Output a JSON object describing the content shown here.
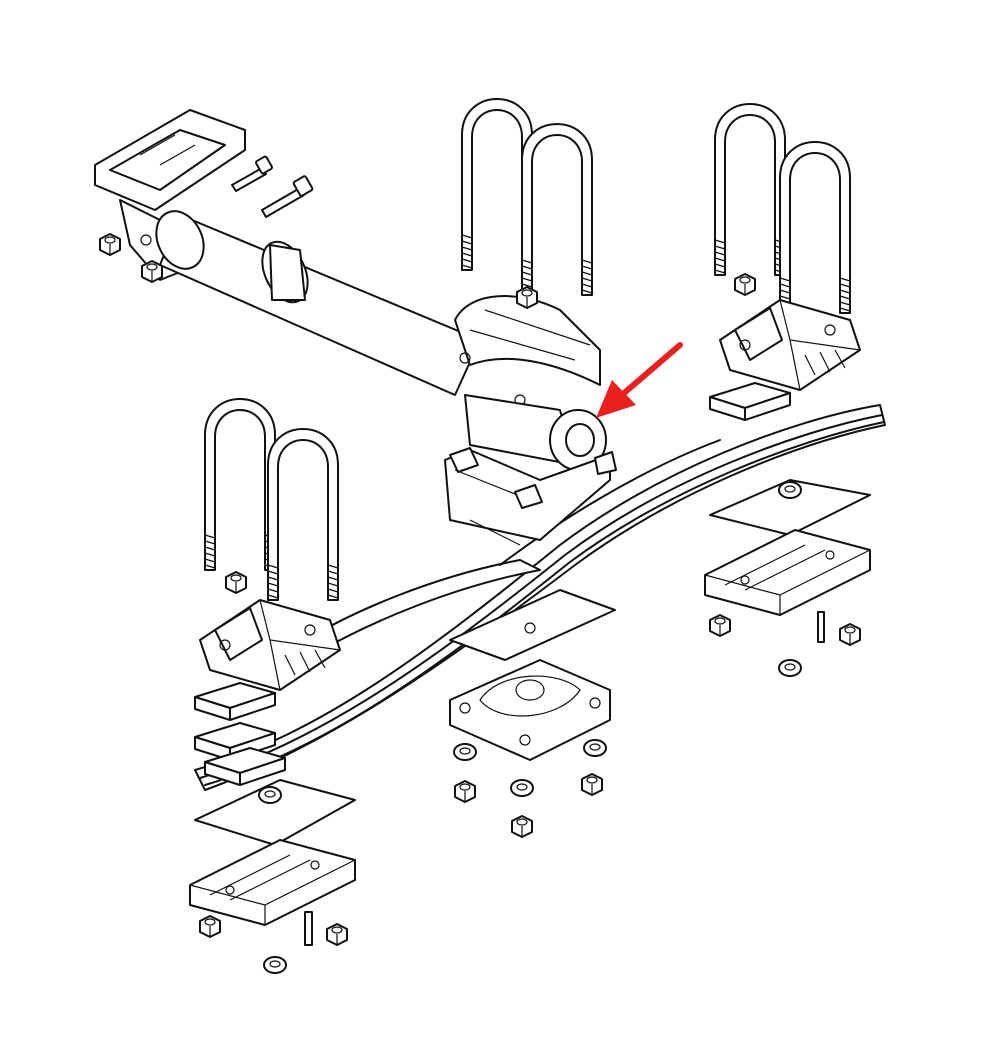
{
  "figure": {
    "kind": "exploded-assembly-line-drawing",
    "line_color": "#111111",
    "background": "#ffffff",
    "callout_arrow_color": "#e8201e"
  },
  "parts": [
    {
      "id": "frame-hanger-bracket",
      "icon": "hanger-bracket-icon"
    },
    {
      "id": "axle-tube",
      "icon": "axle-tube-icon"
    },
    {
      "id": "center-clamp-upper",
      "icon": "clamp-half-icon"
    },
    {
      "id": "center-clamp-lower",
      "icon": "clamp-half-icon"
    },
    {
      "id": "bushing",
      "icon": "bushing-icon",
      "highlighted": true
    },
    {
      "id": "leaf-spring",
      "icon": "leaf-spring-icon"
    },
    {
      "id": "u-bolts",
      "icon": "u-bolt-icon",
      "count": 6
    },
    {
      "id": "spring-seat",
      "icon": "spring-seat-icon",
      "count": 3
    },
    {
      "id": "spring-plate",
      "icon": "spring-plate-icon",
      "count": 2
    },
    {
      "id": "rubber-pads",
      "icon": "pad-icon",
      "count": 4
    },
    {
      "id": "center-plate",
      "icon": "center-plate-icon"
    },
    {
      "id": "nuts-and-washers",
      "icon": "hex-nut-icon"
    }
  ]
}
